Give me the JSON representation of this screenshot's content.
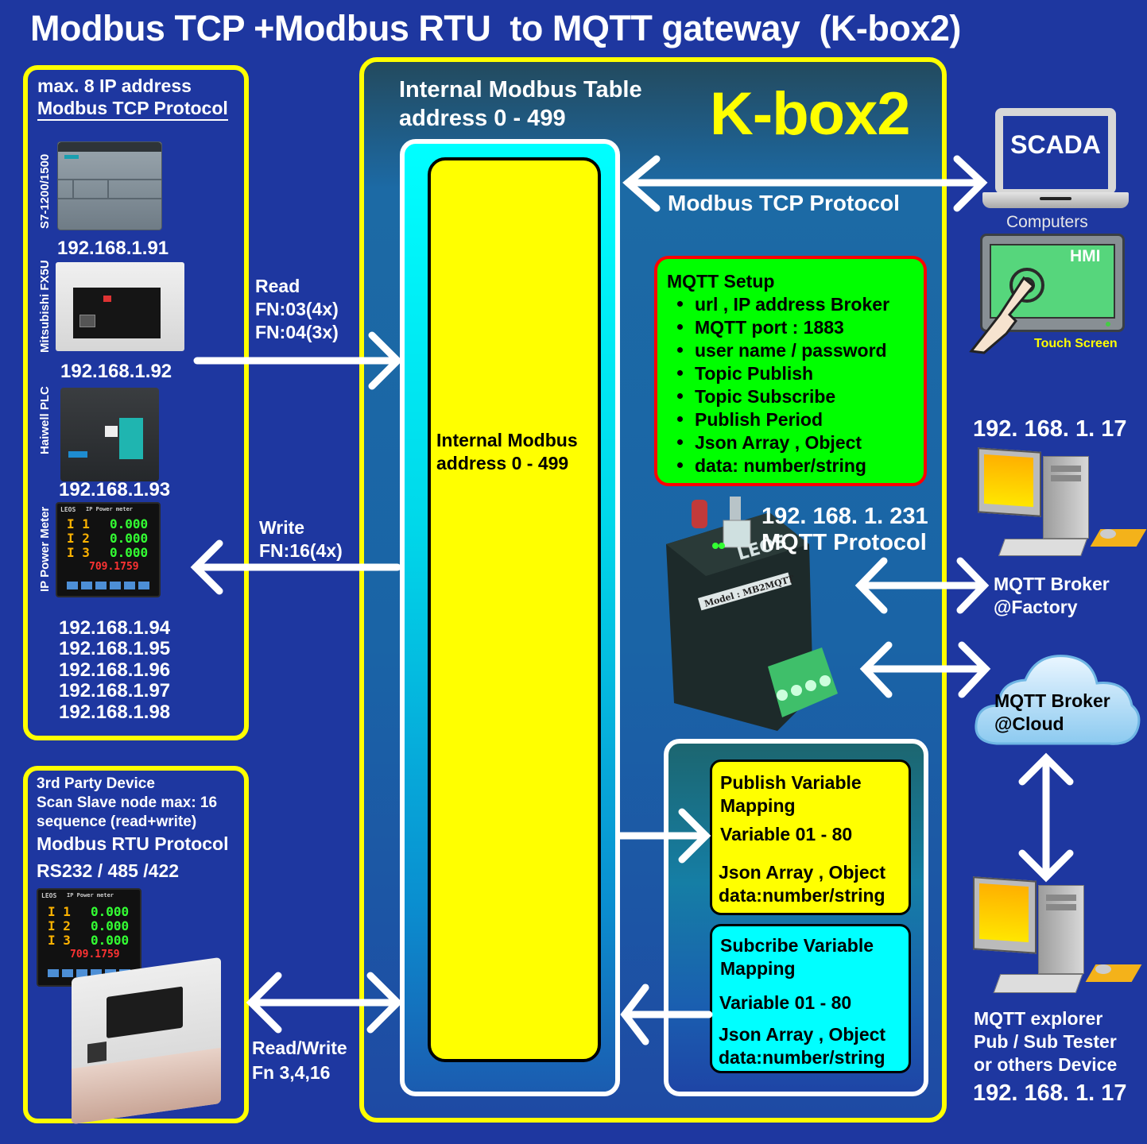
{
  "title": "Modbus TCP +Modbus RTU  to MQTT gateway  (K-box2)",
  "colors": {
    "background": "#1e37a0",
    "frame_yellow": "#ffff00",
    "setup_green": "#00ff00",
    "setup_border": "#ff0000",
    "subscribe_cyan": "#00ffff"
  },
  "tcp_panel": {
    "heading_line1": "max. 8 IP address",
    "heading_line2": "Modbus TCP Protocol",
    "devices": [
      {
        "label": "S7-1200/1500",
        "ip": "192.168.1.91",
        "icon": "siemens-plc-icon"
      },
      {
        "label": "Mitsubishi  FX5U",
        "ip": "192.168.1.92",
        "icon": "mitsubishi-plc-icon"
      },
      {
        "label": "Haiwell PLC",
        "ip": "192.168.1.93",
        "icon": "haiwell-plc-icon"
      },
      {
        "label": "IP Power Meter",
        "ip": "192.168.1.94",
        "icon": "power-meter-icon"
      }
    ],
    "extra_ips": [
      "192.168.1.95",
      "192.168.1.96",
      "192.168.1.97",
      "192.168.1.98"
    ]
  },
  "meter_display": {
    "brand": "LEOS",
    "model_text": "IP Power meter",
    "rows": [
      {
        "label": "I 1",
        "value": "0.000"
      },
      {
        "label": "I 2",
        "value": "0.000"
      },
      {
        "label": "I 3",
        "value": "0.000"
      }
    ],
    "bottom_value": "709.1759"
  },
  "rtu_panel": {
    "line1": "3rd Party Device",
    "line2": "Scan Slave node max: 16",
    "line3": "sequence (read+write)",
    "protocol": "Modbus RTU Protocol",
    "interfaces": "RS232 / 485 /422"
  },
  "flows": {
    "read_title": "Read",
    "read_fn1": "FN:03(4x)",
    "read_fn2": "FN:04(3x)",
    "write_title": "Write",
    "write_fn": "FN:16(4x)",
    "rw_title": "Read/Write",
    "rw_fn": "Fn 3,4,16",
    "scada_protocol": "Modbus TCP Protocol"
  },
  "kbox": {
    "name": "K-box2",
    "table_heading_line1": "Internal Modbus Table",
    "table_heading_line2": "address 0 - 499",
    "inner_line1": "Internal Modbus",
    "inner_line2": "address 0 - 499",
    "gateway_ip": "192. 168. 1. 231",
    "gateway_protocol": "MQTT Protocol",
    "gateway_brand": "LEOS",
    "gateway_model": "Model : MB2MQTT"
  },
  "mqtt_setup": {
    "heading": "MQTT Setup",
    "items": [
      "url , IP address Broker",
      "MQTT port : 1883",
      "user name / password",
      "Topic Publish",
      "Topic Subscribe",
      "Publish Period",
      "Json Array , Object",
      "data: number/string"
    ]
  },
  "publish_mapping": {
    "line1": "Publish Variable",
    "line2": "Mapping",
    "range": "Variable 01 - 80",
    "format": "Json Array , Object",
    "data_type": "data:number/string"
  },
  "subscribe_mapping": {
    "line1": "Subcribe Variable",
    "line2": "Mapping",
    "range": "Variable 01 - 80",
    "format": "Json Array , Object",
    "data_type": "data:number/string"
  },
  "right_side": {
    "scada_label": "SCADA",
    "computers_label": "Computers",
    "hmi_label": "HMI",
    "touch_label": "Touch Screen",
    "factory_ip": "192. 168. 1. 17",
    "factory_broker_line1": "MQTT Broker",
    "factory_broker_line2": "@Factory",
    "cloud_broker_line1": "MQTT Broker",
    "cloud_broker_line2": "@Cloud",
    "explorer_line1": "MQTT explorer",
    "explorer_line2": "Pub / Sub Tester",
    "explorer_line3": "or others Device",
    "explorer_ip": "192. 168. 1. 17"
  }
}
